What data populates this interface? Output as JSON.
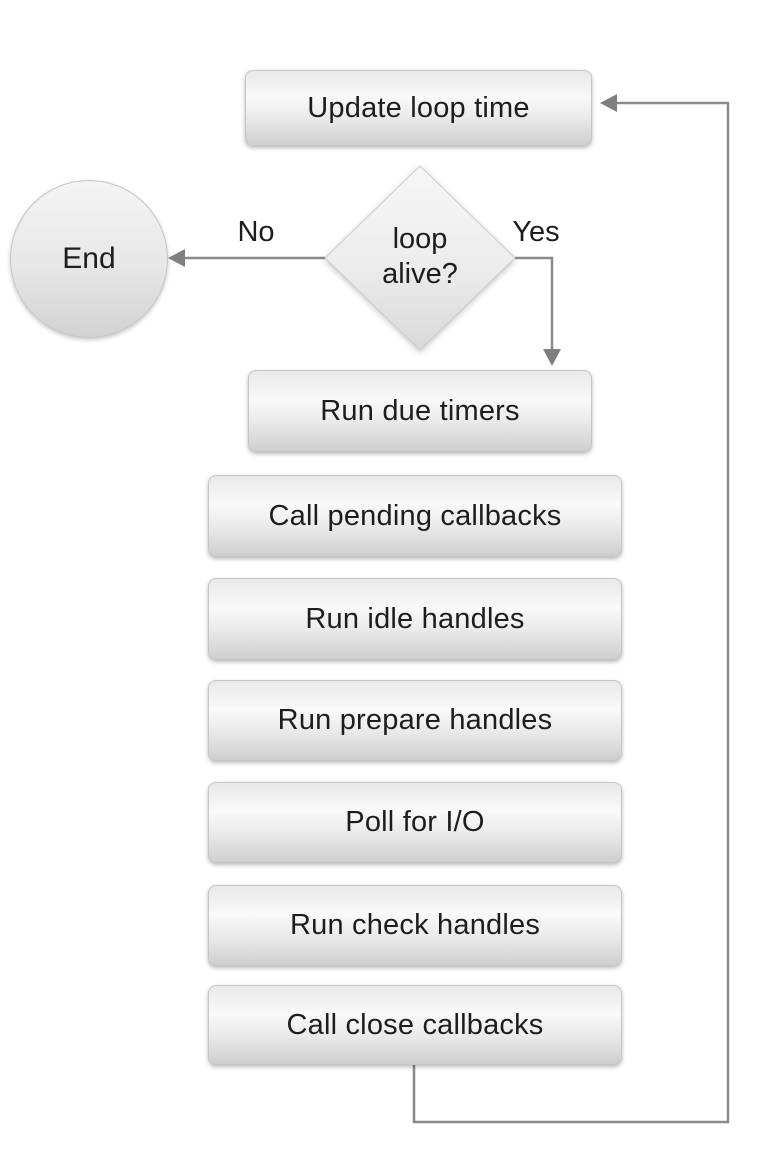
{
  "diagram": {
    "type": "flowchart",
    "background": "#ffffff",
    "colors": {
      "node_fill_light": "#f9f9f9",
      "node_fill_dark": "#cfcfcf",
      "node_border": "#c5c5c5",
      "arrow": "#8a8a8a",
      "text": "#1d1d1d"
    }
  },
  "nodes": {
    "update_loop_time": {
      "shape": "rounded-rect",
      "label": "Update loop time"
    },
    "loop_alive": {
      "shape": "diamond",
      "line1": "loop",
      "line2": "alive?"
    },
    "end": {
      "shape": "circle",
      "label": "End"
    },
    "run_due_timers": {
      "shape": "rounded-rect",
      "label": "Run due timers"
    },
    "call_pending_callbacks": {
      "shape": "rounded-rect",
      "label": "Call pending callbacks"
    },
    "run_idle_handles": {
      "shape": "rounded-rect",
      "label": "Run idle handles"
    },
    "run_prepare_handles": {
      "shape": "rounded-rect",
      "label": "Run prepare handles"
    },
    "poll_for_io": {
      "shape": "rounded-rect",
      "label": "Poll for I/O"
    },
    "run_check_handles": {
      "shape": "rounded-rect",
      "label": "Run check handles"
    },
    "call_close_callbacks": {
      "shape": "rounded-rect",
      "label": "Call close callbacks"
    }
  },
  "edges": {
    "no_label": "No",
    "yes_label": "Yes"
  }
}
